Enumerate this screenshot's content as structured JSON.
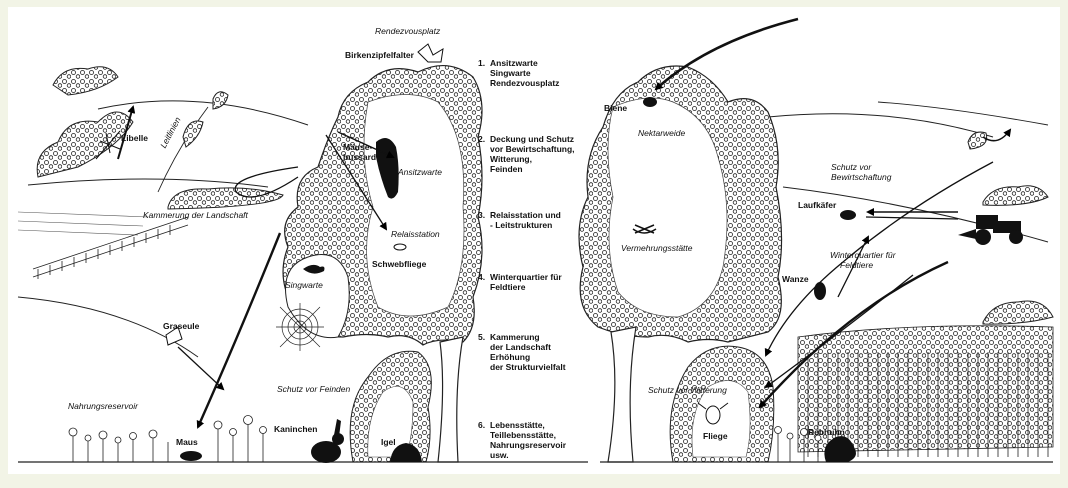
{
  "list": [
    {
      "num": "1.",
      "lines": [
        "Ansitzwarte",
        "Singwarte",
        "Rendezvousplatz"
      ]
    },
    {
      "num": "2.",
      "lines": [
        "Deckung und Schutz",
        "vor Bewirtschaftung,",
        "Witterung,",
        "Feinden"
      ]
    },
    {
      "num": "3.",
      "lines": [
        "Relaisstation und",
        "- Leitstrukturen"
      ]
    },
    {
      "num": "4.",
      "lines": [
        "Winterquartier für",
        "Feldtiere"
      ]
    },
    {
      "num": "5.",
      "lines": [
        "Kammerung",
        "der Landschaft",
        "Erhöhung",
        "der Strukturvielfalt"
      ]
    },
    {
      "num": "6.",
      "lines": [
        "Lebensstätte,",
        "Teillebensstätte,",
        "Nahrungsreservoir",
        "usw."
      ]
    }
  ],
  "labels": {
    "rendezvousplatz": "Rendezvousplatz",
    "birkenzipfelfalter": "Birkenzipfelfalter",
    "libelle": "Libelle",
    "leitlinien": "Leitlinien",
    "maeusebussard_1": "Mäuse-",
    "maeusebussard_2": "bussard",
    "ansitzwarte": "Ansitzwarte",
    "kammerung": "Kammerung der Landschaft",
    "relaisstation": "Relaisstation",
    "schwebfliege": "Schwebfliege",
    "singwarte": "Singwarte",
    "grasseule": "Graseule",
    "nahrungsreservoir": "Nahrungsreservoir",
    "schutz_feinden": "Schutz vor Feinden",
    "maus": "Maus",
    "kaninchen": "Kaninchen",
    "igel": "Igel",
    "biene": "Biene",
    "nektarweide": "Nektarweide",
    "vermehrungsstaette": "Vermehrungsstätte",
    "schutz_bewirtschaftung_1": "Schutz vor",
    "schutz_bewirtschaftung_2": "Bewirtschaftung",
    "laufkaefer": "Laufkäfer",
    "winterquartier_1": "Winterquartier für",
    "winterquartier_2": "Feldtiere",
    "wanze": "Wanze",
    "schutz_witterung": "Schutz vor Witterung",
    "fliege": "Fliege",
    "rebhuhn": "Rebhuhn"
  }
}
